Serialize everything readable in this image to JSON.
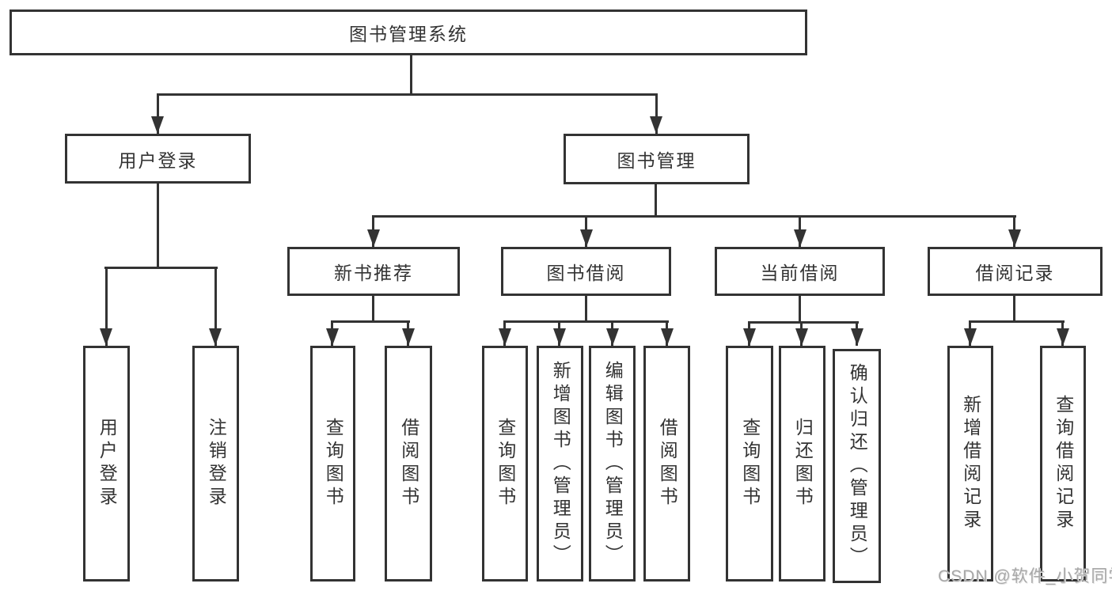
{
  "colors": {
    "line": "#333333",
    "box_border": "#333333",
    "text": "#333333",
    "background": "#ffffff",
    "watermark": "#a8a8a8"
  },
  "diagram": {
    "title": "图书管理系统",
    "level2": [
      {
        "id": "user-login",
        "label": "用户登录"
      },
      {
        "id": "book-management",
        "label": "图书管理"
      }
    ],
    "level3": [
      {
        "id": "new-book-recommend",
        "parent": "图书管理",
        "label": "新书推荐"
      },
      {
        "id": "book-borrow",
        "parent": "图书管理",
        "label": "图书借阅"
      },
      {
        "id": "current-borrow",
        "parent": "图书管理",
        "label": "当前借阅"
      },
      {
        "id": "borrow-records",
        "parent": "图书管理",
        "label": "借阅记录"
      }
    ],
    "leaves": [
      {
        "id": "user-login-leaf",
        "parent": "用户登录",
        "label": "用户登录"
      },
      {
        "id": "logout-leaf",
        "parent": "用户登录",
        "label": "注销登录"
      },
      {
        "id": "search-books-recommend",
        "parent": "新书推荐",
        "label": "查询图书"
      },
      {
        "id": "borrow-books-recommend",
        "parent": "新书推荐",
        "label": "借阅图书"
      },
      {
        "id": "search-books-borrow",
        "parent": "图书借阅",
        "label": "查询图书"
      },
      {
        "id": "add-books-admin",
        "parent": "图书借阅",
        "label": "新增图书（管理员）"
      },
      {
        "id": "edit-books-admin",
        "parent": "图书借阅",
        "label": "编辑图书（管理员）"
      },
      {
        "id": "borrow-books",
        "parent": "图书借阅",
        "label": "借阅图书"
      },
      {
        "id": "search-books-current",
        "parent": "当前借阅",
        "label": "查询图书"
      },
      {
        "id": "return-books",
        "parent": "当前借阅",
        "label": "归还图书"
      },
      {
        "id": "confirm-return-admin",
        "parent": "当前借阅",
        "label": "确认归还（管理员）"
      },
      {
        "id": "add-borrow-record",
        "parent": "借阅记录",
        "label": "新增借阅记录"
      },
      {
        "id": "search-borrow-record",
        "parent": "借阅记录",
        "label": "查询借阅记录"
      }
    ]
  },
  "watermark": {
    "text": "CSDN @软件_小贺同学"
  }
}
